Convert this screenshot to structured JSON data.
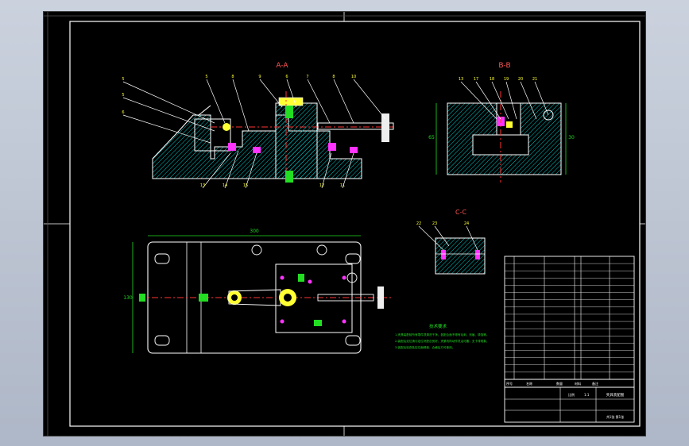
{
  "views": {
    "section_a": "A-A",
    "section_b": "B-B",
    "section_c": "C-C"
  },
  "dimensions": {
    "plan_width": "300",
    "plan_height": "130",
    "bb_height": "65",
    "bb_height_right": "30"
  },
  "callouts": {
    "aa_top": [
      "5",
      "8",
      "9",
      "6",
      "7",
      "8",
      "10"
    ],
    "aa_left": [
      "5",
      "5",
      "6"
    ],
    "aa_bottom": [
      "13",
      "14",
      "15",
      "12",
      "11"
    ],
    "bb_top": [
      "13",
      "17",
      "18",
      "19",
      "20",
      "21"
    ],
    "cc_top": [
      "22",
      "23",
      "24"
    ]
  },
  "notes": {
    "title": "技术要求",
    "lines": [
      "1.夹具装配前所有零件须清洗干净，各配合面不得有毛刺、划痕、锈蚀等。",
      "2.装配后定位销与定位块配合良好，夹紧机构动作灵活可靠，无卡滞现象。",
      "3.装配后检查各定位面精度，合格后方可使用。"
    ]
  },
  "title_block": {
    "drawing_name": "夹具装配图",
    "scale_label": "比例",
    "scale": "1:1",
    "sheet": "共1张 第1张",
    "headers": [
      "序号",
      "名称",
      "数量",
      "材料",
      "备注"
    ]
  },
  "colors": {
    "background": "#000000",
    "outline": "#ffffff",
    "hatch": "#00d0d0",
    "centerline": "#ff3333",
    "dimension": "#00ff66",
    "callout": "#ffff00",
    "part_magenta": "#ff33ff",
    "part_green": "#22dd22",
    "part_yellow": "#ffff33"
  }
}
